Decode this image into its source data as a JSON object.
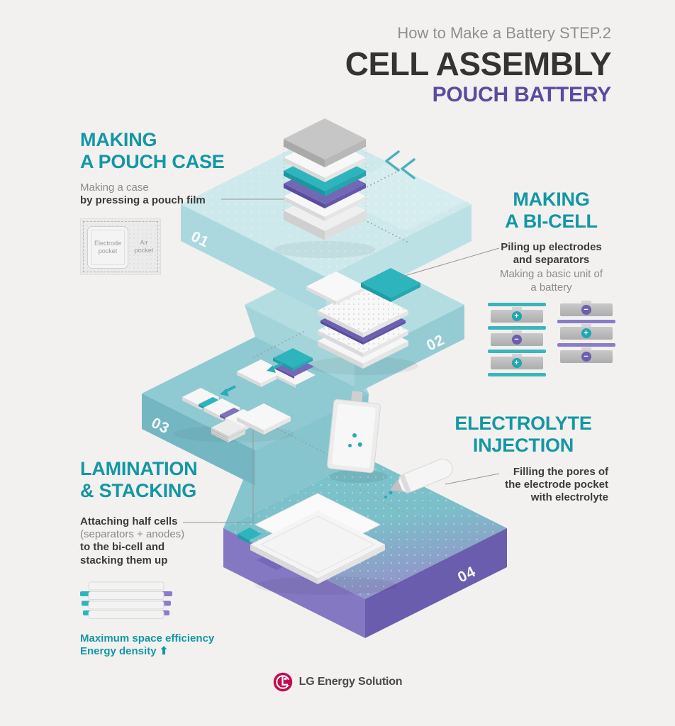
{
  "colors": {
    "teal_heading": "#1397a4",
    "purple_accent": "#5b4b9f",
    "dark_text": "#3b3b3b",
    "gray_text": "#8b8b8b",
    "platform_light": "#cde9ec",
    "platform_mid": "#b4dde2",
    "platform_deep": "#8fc9d1",
    "platform_bottom": "#7cc2ca",
    "face_purple": "#8478c2",
    "film_teal": "#2eb4bc",
    "film_purple": "#7467b6",
    "lg_red": "#c40a52",
    "background": "#f2f1f0"
  },
  "header": {
    "kicker": "How to Make a Battery STEP.2",
    "title": "CELL ASSEMBLY",
    "subtitle": "POUCH BATTERY"
  },
  "step1": {
    "number": "01",
    "title": "MAKING\nA POUCH CASE",
    "desc_plain": "Making a case",
    "desc_bold": "by pressing a pouch film",
    "pocket_label_left": "Electrode\npocket",
    "pocket_label_right": "Air\npocket"
  },
  "step2": {
    "number": "02",
    "title": "MAKING\nA BI-CELL",
    "desc_bold": "Piling up electrodes\nand separators",
    "desc_plain": "Making a basic unit of\na battery",
    "bicell": {
      "left_symbols": [
        "+",
        "−",
        "+"
      ],
      "right_symbols": [
        "−",
        "+",
        "−"
      ]
    }
  },
  "step3": {
    "number": "03",
    "title": "LAMINATION\n& STACKING",
    "desc_bold_1": "Attaching half cells",
    "desc_plain": "(separators + anodes)",
    "desc_bold_2": "to the bi-cell and\nstacking them up",
    "benefit_1": "Maximum space efficiency",
    "benefit_2": "Energy density",
    "up_arrow": "⬆"
  },
  "step4": {
    "number": "04",
    "title": "ELECTROLYTE\nINJECTION",
    "desc": "Filling the pores of\nthe electrode pocket\nwith electrolyte"
  },
  "footer": {
    "brand": "LG Energy Solution"
  }
}
